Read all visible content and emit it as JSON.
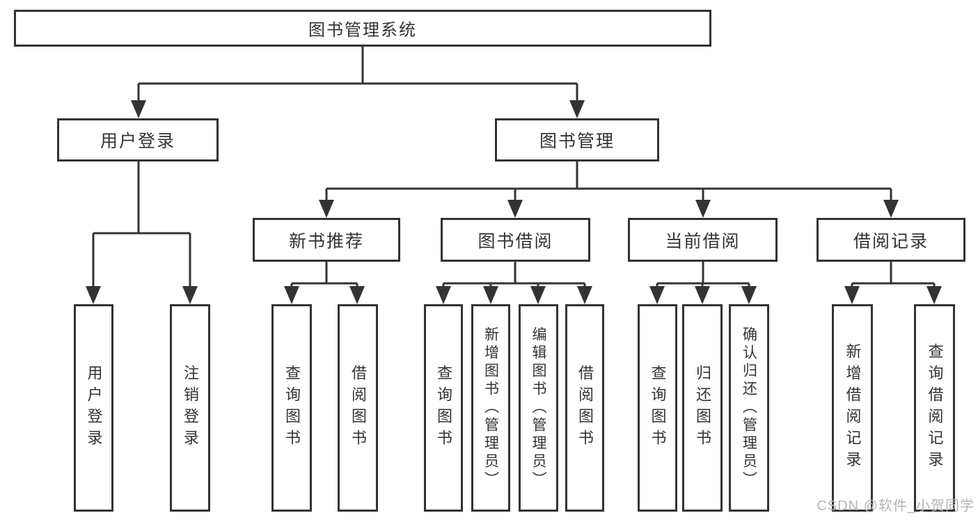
{
  "tree": {
    "root": {
      "label": "图书管理系统"
    },
    "branches": [
      {
        "label": "用户登录",
        "children": [
          {
            "label": "用户登录"
          },
          {
            "label": "注销登录"
          }
        ]
      },
      {
        "label": "图书管理",
        "children": [
          {
            "label": "新书推荐",
            "children": [
              {
                "label": "查询图书"
              },
              {
                "label": "借阅图书"
              }
            ]
          },
          {
            "label": "图书借阅",
            "children": [
              {
                "label": "查询图书"
              },
              {
                "label": "新增图书（管理员）"
              },
              {
                "label": "编辑图书（管理员）"
              },
              {
                "label": "借阅图书"
              }
            ]
          },
          {
            "label": "当前借阅",
            "children": [
              {
                "label": "查询图书"
              },
              {
                "label": "归还图书"
              },
              {
                "label": "确认归还（管理员）"
              }
            ]
          },
          {
            "label": "借阅记录",
            "children": [
              {
                "label": "新增借阅记录"
              },
              {
                "label": "查询借阅记录"
              }
            ]
          }
        ]
      }
    ]
  },
  "watermark": {
    "text": "CSDN @软件_小贺同学"
  },
  "colors": {
    "line": "#333333",
    "box_border": "#333333",
    "text": "#333333",
    "watermark": "#b5b5b5",
    "background": "#ffffff"
  }
}
